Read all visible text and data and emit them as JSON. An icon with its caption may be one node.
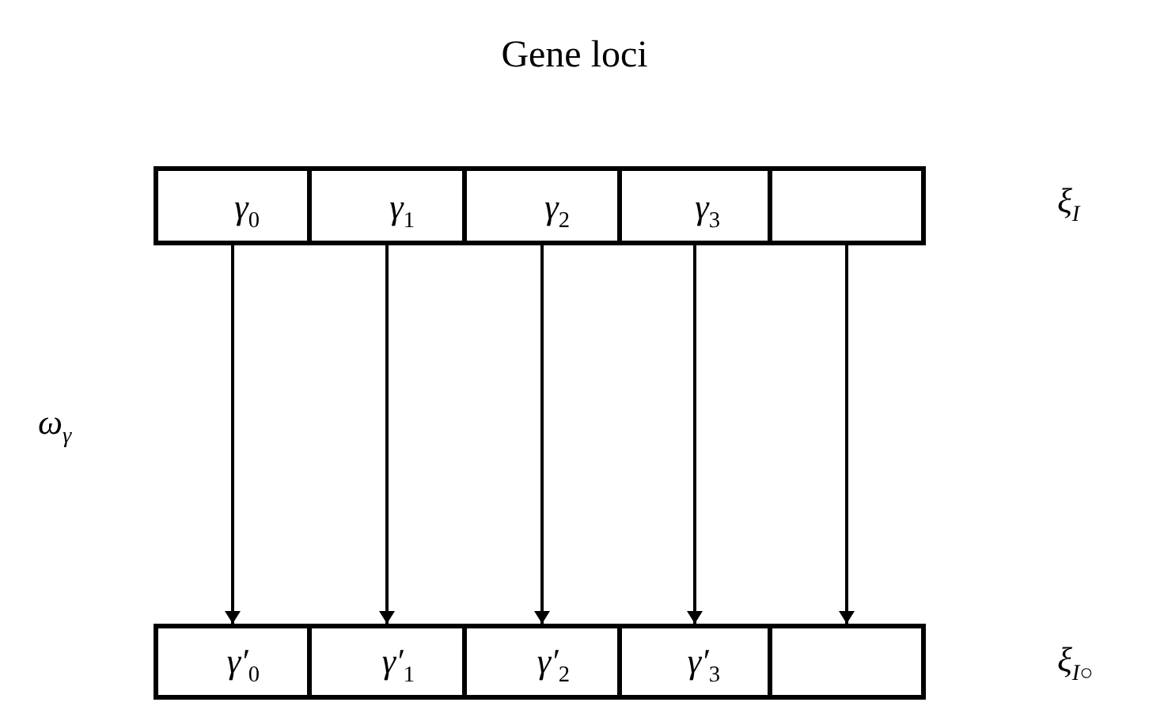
{
  "diagram": {
    "title": "Gene loci",
    "nodes": [
      {
        "text": [
          "γ$_{0}$"
        ]
      },
      {
        "text": [
          "γ$_{1}$"
        ]
      },
      {
        "text": [
          "γ$_{2}$"
        ]
      },
      {
        "text": [
          "γ$_{3}$"
        ]
      },
      {
        "text": [],
        "shape": "box"
      },
      {
        "text": [
          "γ′$_{0}$"
        ]
      },
      {
        "text": [
          "γ′$_{1}$"
        ]
      },
      {
        "text": [
          "γ′$_{2}$"
        ]
      },
      {
        "text": [
          "γ′$_{3}$"
        ]
      },
      {
        "text": [],
        "shape": "box"
      }
    ],
    "edges": [
      {
        "from": 0,
        "to": 5,
        "arrow": "to"
      },
      {
        "from": 1,
        "to": 6,
        "arrow": "to"
      },
      {
        "from": 2,
        "to": 7,
        "arrow": "to"
      },
      {
        "from": 3,
        "to": 8,
        "arrow": "to"
      },
      {
        "from": 4,
        "to": 9,
        "arrow": "to"
      }
    ],
    "labels": [
      "ξ$_{I}$",
      "ω$_{γ}$",
      "ξ$_{I○}$"
    ]
  }
}
